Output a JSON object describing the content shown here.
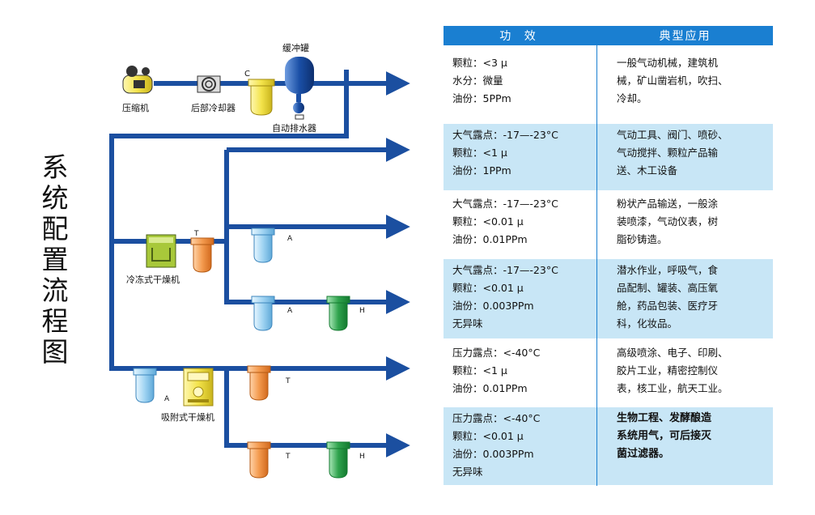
{
  "side_title": [
    "系",
    "统",
    "配",
    "置",
    "流",
    "程",
    "图"
  ],
  "labels": {
    "compressor": "压缩机",
    "aftercooler": "后部冷却器",
    "buffer_tank": "缓冲罐",
    "auto_drain": "自动排水器",
    "refrig_dryer": "冷冻式干燥机",
    "adsorption_dryer": "吸附式干燥机",
    "filter_c": "C",
    "filter_t": "T",
    "filter_a": "A",
    "filter_h": "H"
  },
  "table": {
    "headers": [
      "功  效",
      "典型应用"
    ],
    "rows": [
      {
        "effect": [
          "颗粒：<3 μ",
          "水分：微量",
          "油份：5PPm"
        ],
        "app": [
          "一般气动机械，建筑机",
          "械，矿山凿岩机，吹扫、",
          "冷却。"
        ],
        "shade": "white"
      },
      {
        "effect": [
          "大气露点：-17—-23°C",
          "颗粒：<1 μ",
          "油份：1PPm"
        ],
        "app": [
          "气动工具、阀门、喷砂、",
          "气动搅拌、颗粒产品输",
          "送、木工设备"
        ],
        "shade": "blue"
      },
      {
        "effect": [
          "大气露点：-17—-23°C",
          "颗粒：<0.01 μ",
          "油份：0.01PPm"
        ],
        "app": [
          "粉状产品输送，一般涂",
          "装喷漆，气动仪表，树",
          "脂砂铸造。"
        ],
        "shade": "white"
      },
      {
        "effect": [
          "大气露点：-17—-23°C",
          "颗粒：<0.01 μ",
          "油份：0.003PPm",
          "无异味"
        ],
        "app": [
          "潜水作业，呼吸气，食",
          "品配制、罐装、高压氧",
          "舱，药品包装、医疗牙",
          "科，化妆品。"
        ],
        "shade": "blue"
      },
      {
        "effect": [
          "压力露点：<-40°C",
          "颗粒：<1 μ",
          "油份：0.01PPm"
        ],
        "app": [
          "高级喷涂、电子、印刷、",
          "胶片工业，精密控制仪",
          "表，核工业，航天工业。"
        ],
        "shade": "white"
      },
      {
        "effect": [
          "压力露点：<-40°C",
          "颗粒：<0.01 μ",
          "油份：0.003PPm",
          "无异味"
        ],
        "app": [
          "生物工程、发酵酿造",
          "系统用气，可后接灭",
          "菌过滤器。"
        ],
        "shade": "blue"
      }
    ]
  },
  "colors": {
    "pipe": "#1b4fa0",
    "header": "#1a7fd1",
    "row_blue": "#c8e6f6",
    "yellow": "#f3e34a",
    "orange": "#f39a4e",
    "light_blue": "#9fd3f2",
    "green": "#2fa34d",
    "dark_blue": "#1a4fa6"
  }
}
